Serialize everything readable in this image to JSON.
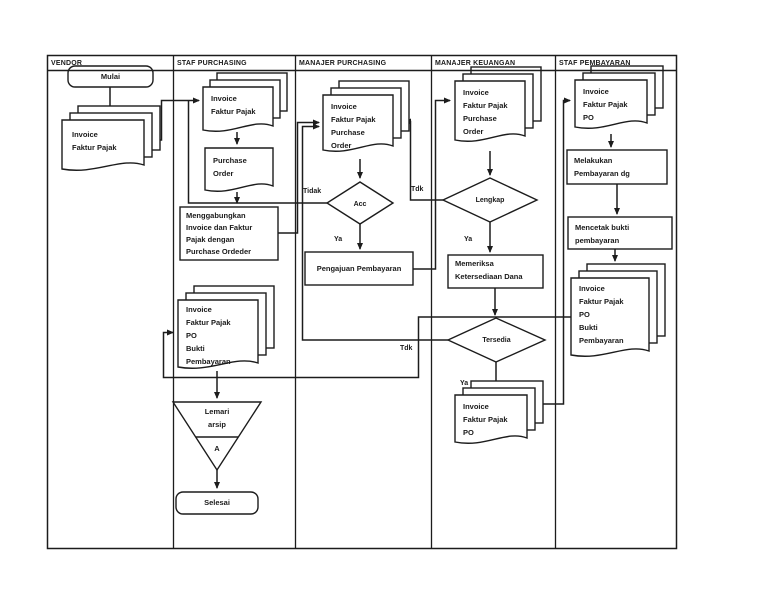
{
  "page": {
    "ink": "#1c1c1c",
    "background": "#ffffff"
  },
  "lanes": [
    {
      "label": "VENDOR"
    },
    {
      "label": "STAF PURCHASING"
    },
    {
      "label": "MANAJER PURCHASING"
    },
    {
      "label": "MANAJER KEUANGAN"
    },
    {
      "label": "STAF PEMBAYARAN"
    }
  ],
  "nodes": {
    "start": {
      "label": "Mulai"
    },
    "vendor_doc": {
      "lines": [
        "Invoice",
        "Faktur Pajak"
      ]
    },
    "sp_invoice_doc": {
      "lines": [
        "Invoice",
        "Faktur Pajak"
      ]
    },
    "purchase_order_doc": {
      "lines": [
        "Purchase",
        "Order"
      ]
    },
    "merge_process": {
      "lines": [
        "Menggabungkan",
        "Invoice dan Faktur",
        "Pajak dengan",
        "Purchase Ordeder"
      ]
    },
    "sp_bundle_doc": {
      "lines": [
        "Invoice",
        "Faktur Pajak",
        "PO",
        "Bukti",
        "Pembayaran"
      ]
    },
    "archive": {
      "lines": [
        "Lemari",
        "arsip"
      ],
      "tag": "A"
    },
    "end": {
      "label": "Selesai"
    },
    "mp_doc": {
      "lines": [
        "Invoice",
        "Faktur Pajak",
        "Purchase",
        "Order"
      ]
    },
    "acc_decision": {
      "label": "Acc"
    },
    "payment_request": {
      "label": "Pengajuan Pembayaran"
    },
    "mk_doc": {
      "lines": [
        "Invoice",
        "Faktur Pajak",
        "Purchase",
        "Order"
      ]
    },
    "lengkap_decision": {
      "label": "Lengkap"
    },
    "check_funds": {
      "lines": [
        "Memeriksa",
        "Ketersediaan Dana"
      ]
    },
    "tersedia_decision": {
      "label": "Tersedia"
    },
    "mk_approved_doc": {
      "lines": [
        "Invoice",
        "Faktur Pajak",
        "PO"
      ]
    },
    "pb_doc": {
      "lines": [
        "Invoice",
        "Faktur Pajak",
        "PO"
      ]
    },
    "do_payment": {
      "lines": [
        "Melakukan",
        "Pembayaran dg"
      ]
    },
    "print_proof": {
      "lines": [
        "Mencetak bukti",
        "pembayaran"
      ]
    },
    "pb_bundle_doc": {
      "lines": [
        "Invoice",
        "Faktur Pajak",
        "PO",
        "Bukti",
        "Pembayaran"
      ]
    }
  },
  "edge_labels": {
    "acc_no": "Tidak",
    "acc_yes": "Ya",
    "lengkap_no": "Tdk",
    "lengkap_yes": "Ya",
    "tersedia_no": "Tdk",
    "tersedia_yes": "Ya"
  }
}
